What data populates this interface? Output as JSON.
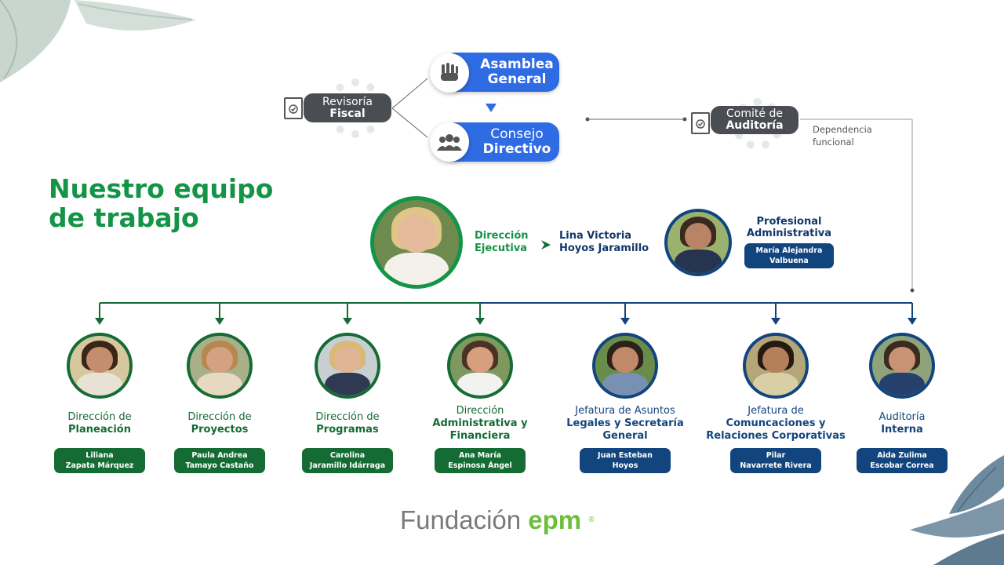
{
  "colors": {
    "green": "#146b34",
    "bright_green": "#149447",
    "navy": "#12457e",
    "blue_pill": "#2f6be3",
    "gray_pill": "#4a4d52"
  },
  "heading": {
    "line1": "Nuestro equipo",
    "line2": "de trabajo"
  },
  "governance": {
    "revisoria": {
      "line1": "Revisoría",
      "line2": "Fiscal",
      "icon": "audit-document-icon"
    },
    "asamblea": {
      "line1": "Asamblea",
      "line2": "General",
      "icon": "raised-hands-icon"
    },
    "consejo": {
      "line1": "Consejo",
      "line2": "Directivo",
      "icon": "group-people-icon"
    },
    "comite": {
      "line1": "Comité de",
      "line2": "Auditoría",
      "icon": "audit-document-icon"
    },
    "dependencia": {
      "line1": "Dependencia",
      "line2": "funcional"
    }
  },
  "direccion": {
    "label1": "Dirección",
    "label2": "Ejecutiva",
    "name1": "Lina Victoria",
    "name2": "Hoyos Jaramillo"
  },
  "profesional": {
    "title1": "Profesional",
    "title2": "Administrativa",
    "name1": "María Alejandra",
    "name2": "Valbuena"
  },
  "members": [
    {
      "t1": "Dirección de",
      "t2": "Planeación",
      "t3": "",
      "n1": "Liliana",
      "n2": "Zapata Márquez",
      "color": "green"
    },
    {
      "t1": "Dirección de",
      "t2": "Proyectos",
      "t3": "",
      "n1": "Paula Andrea",
      "n2": "Tamayo Castaño",
      "color": "green"
    },
    {
      "t1": "Dirección de",
      "t2": "Programas",
      "t3": "",
      "n1": "Carolina",
      "n2": "Jaramillo Idárraga",
      "color": "green"
    },
    {
      "t1": "Dirección",
      "t2": "Administrativa y",
      "t3": "Financiera",
      "n1": "Ana María",
      "n2": "Espinosa Ángel",
      "color": "green"
    },
    {
      "t1": "Jefatura de Asuntos",
      "t2": "Legales y Secretaría",
      "t3": "General",
      "n1": "Juan Esteban",
      "n2": "Hoyos",
      "color": "navy"
    },
    {
      "t1": "Jefatura de",
      "t2": "Comuncaciones y",
      "t3": "Relaciones Corporativas",
      "n1": "Pilar",
      "n2": "Navarrete Rivera",
      "color": "navy"
    },
    {
      "t1": "Auditoría",
      "t2": "Interna",
      "t3": "",
      "n1": "Aida Zulima",
      "n2": "Escobar Correa",
      "color": "navy"
    }
  ],
  "logo": {
    "word1": "Fundación",
    "word2": "epm",
    "reg": "®"
  }
}
